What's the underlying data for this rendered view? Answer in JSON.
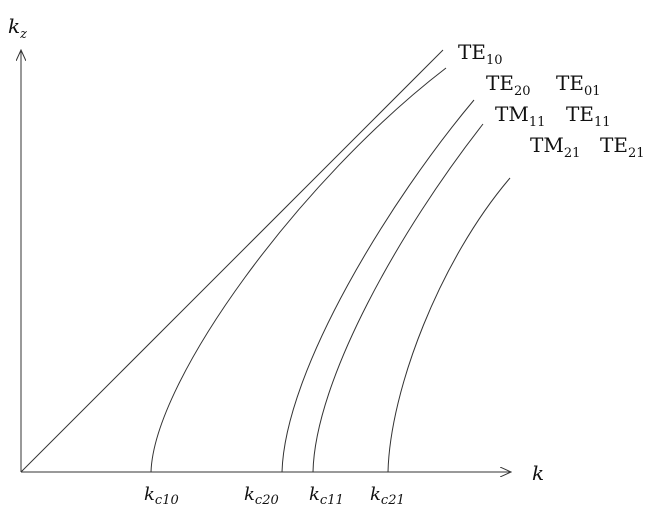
{
  "axes": {
    "y_label": "k",
    "y_label_sub": "z",
    "x_label": "k"
  },
  "cutoff_labels": [
    {
      "main": "k",
      "sub": "c10"
    },
    {
      "main": "k",
      "sub": "c20"
    },
    {
      "main": "k",
      "sub": "c11"
    },
    {
      "main": "k",
      "sub": "c21"
    }
  ],
  "mode_labels": [
    {
      "line": [
        {
          "main": "TE",
          "sub": "10"
        }
      ]
    },
    {
      "line": [
        {
          "main": "TE",
          "sub": "20"
        },
        {
          "main": "TE",
          "sub": "01"
        }
      ]
    },
    {
      "line": [
        {
          "main": "TM",
          "sub": "11"
        },
        {
          "main": "TE",
          "sub": "11"
        }
      ]
    },
    {
      "line": [
        {
          "main": "TM",
          "sub": "21"
        },
        {
          "main": "TE",
          "sub": "21"
        }
      ]
    }
  ]
}
